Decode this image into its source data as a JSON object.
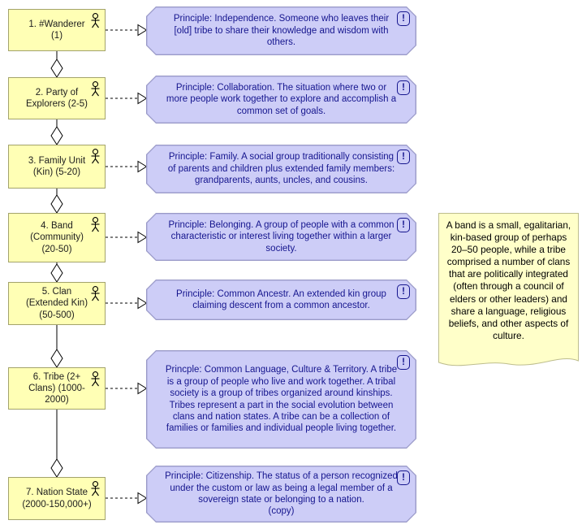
{
  "rows": [
    {
      "actor_label": "1. #Wanderer\n(1)",
      "principle_text": "Principle: Independence. Someone who leaves their [old] tribe to share their knowledge and wisdom with others."
    },
    {
      "actor_label": "2. Party of\nExplorers (2-5)",
      "principle_text": "Principle: Collaboration. The situation where two or more people work together to explore and accomplish a common set of goals."
    },
    {
      "actor_label": "3. Family Unit\n(Kin) (5-20)",
      "principle_text": "Principle: Family. A social group traditionally consisting of parents and children plus extended family members: grandparents, aunts, uncles, and cousins."
    },
    {
      "actor_label": "4. Band\n(Community)\n(20-50)",
      "principle_text": "Principle: Belonging. A group of people with a common characteristic or interest living together within a larger society."
    },
    {
      "actor_label": "5. Clan\n(Extended Kin)\n(50-500)",
      "principle_text": "Principle: Common Ancestr. An extended kin group claiming descent from a common ancestor."
    },
    {
      "actor_label": "6. Tribe (2+\nClans) (1000-\n2000)",
      "principle_text": "Princple: Common Language, Culture & Territory. A tribe is a group of people who live and work together. A tribal society is a group of tribes organized around kinships. Tribes represent a part in the social evolution between clans and nation states. A tribe can be a collection of families or families and individual people living together."
    },
    {
      "actor_label": "7. Nation State\n(2000-150,000+)",
      "principle_text": "Principle: Citizenship.  The status of a person recognized under the custom or law as being a legal member of a sovereign state or belonging to a nation.\n(copy)"
    }
  ],
  "note": {
    "text": "A band is a small, egalitarian, kin-based group of perhaps 20–50 people, while a tribe comprised a number of clans that are politically integrated (often through a council of elders or other leaders) and share a language, religious beliefs, and other aspects of culture."
  },
  "ui": {
    "badge_glyph": "!"
  },
  "icons": {
    "actor_icon": "stick-figure-person",
    "principle_badge_icon": "exclamation-mark",
    "aggregation_connector": "hollow-diamond",
    "realization_connector": "dashed-line-hollow-triangle"
  },
  "colors": {
    "background": "#FFFFFF",
    "actor_fill": "#FFFFB5",
    "actor_border": "#A3A36B",
    "principle_fill": "#CDCDF7",
    "principle_border": "#9A9AC8",
    "principle_text": "#15158E",
    "note_fill": "#FFFFC9",
    "note_border": "#BDBD8D",
    "connector": "#000000"
  }
}
